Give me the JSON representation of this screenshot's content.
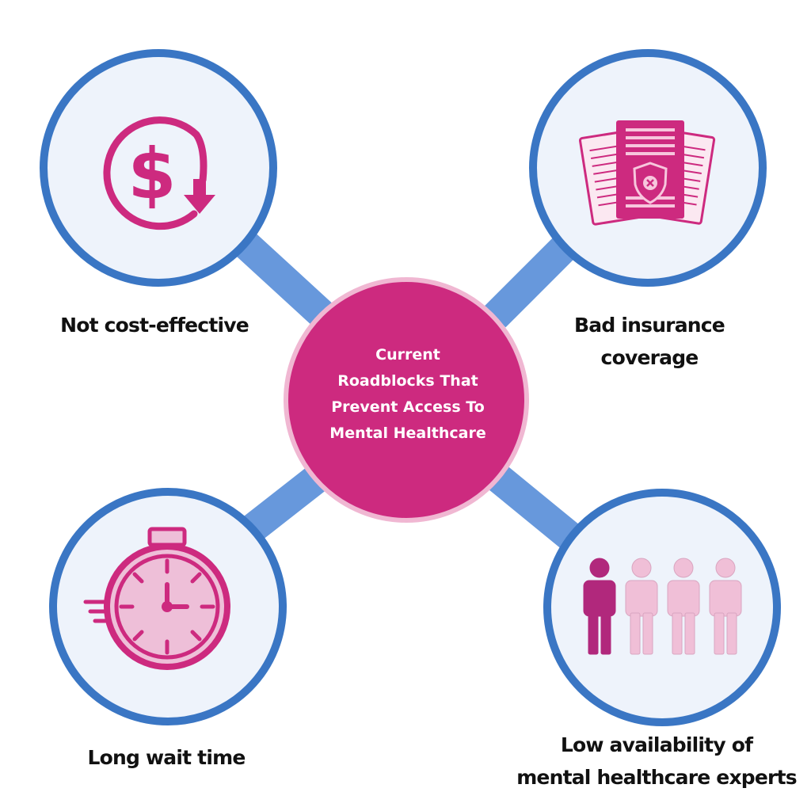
{
  "center": {
    "title_lines": [
      "Current",
      "Roadblocks That",
      "Prevent Access To",
      "Mental Healthcare"
    ]
  },
  "nodes": [
    {
      "label": "Not cost-effective",
      "icon": "dollar-down-icon"
    },
    {
      "label_lines": [
        "Bad insurance",
        "coverage"
      ],
      "icon": "insurance-denied-icon"
    },
    {
      "label": "Long wait time",
      "icon": "stopwatch-icon"
    },
    {
      "label_lines": [
        "Low availability of",
        "mental healthcare experts"
      ],
      "icon": "people-shortage-icon"
    }
  ],
  "colors": {
    "accent_pink": "#cd2a7f",
    "center_border": "#f0b7d2",
    "ring_blue": "#3a76c4",
    "connector_blue": "#6798dc",
    "node_fill": "#eef3fb",
    "light_pink": "#eebfd8",
    "person_dark": "#b1287c"
  }
}
